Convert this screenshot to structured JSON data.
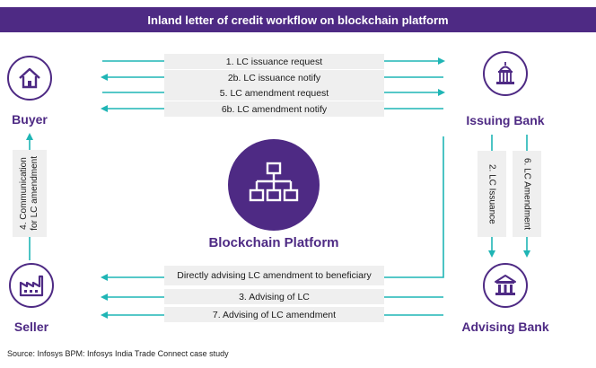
{
  "title": "Inland letter of credit workflow on blockchain platform",
  "entities": {
    "buyer": "Buyer",
    "issuing_bank": "Issuing Bank",
    "seller": "Seller",
    "advising_bank": "Advising Bank",
    "platform": "Blockchain Platform"
  },
  "icons": {
    "buyer": "house-icon",
    "issuing_bank": "capitol-building-icon",
    "seller": "factory-icon",
    "advising_bank": "bank-building-icon",
    "platform": "network-hierarchy-icon"
  },
  "steps_top": [
    "1. LC issuance request",
    "2b. LC issuance notify",
    "5. LC amendment request",
    "6b. LC amendment notify"
  ],
  "steps_bottom": [
    "Directly advising LC amendment to beneficiary",
    "3. Advising of LC",
    "7. Advising of LC amendment"
  ],
  "vertical": {
    "seller_to_buyer": "4. Communication\nfor LC amendment",
    "lc_issuance": "2. LC Issuance",
    "lc_amendment": "6. LC Amendment"
  },
  "colors": {
    "accent": "#4e2a84",
    "arrow": "#1fb5b5",
    "label_bg": "#efefef"
  },
  "source": "Source: Infosys BPM: Infosys India Trade Connect case study"
}
